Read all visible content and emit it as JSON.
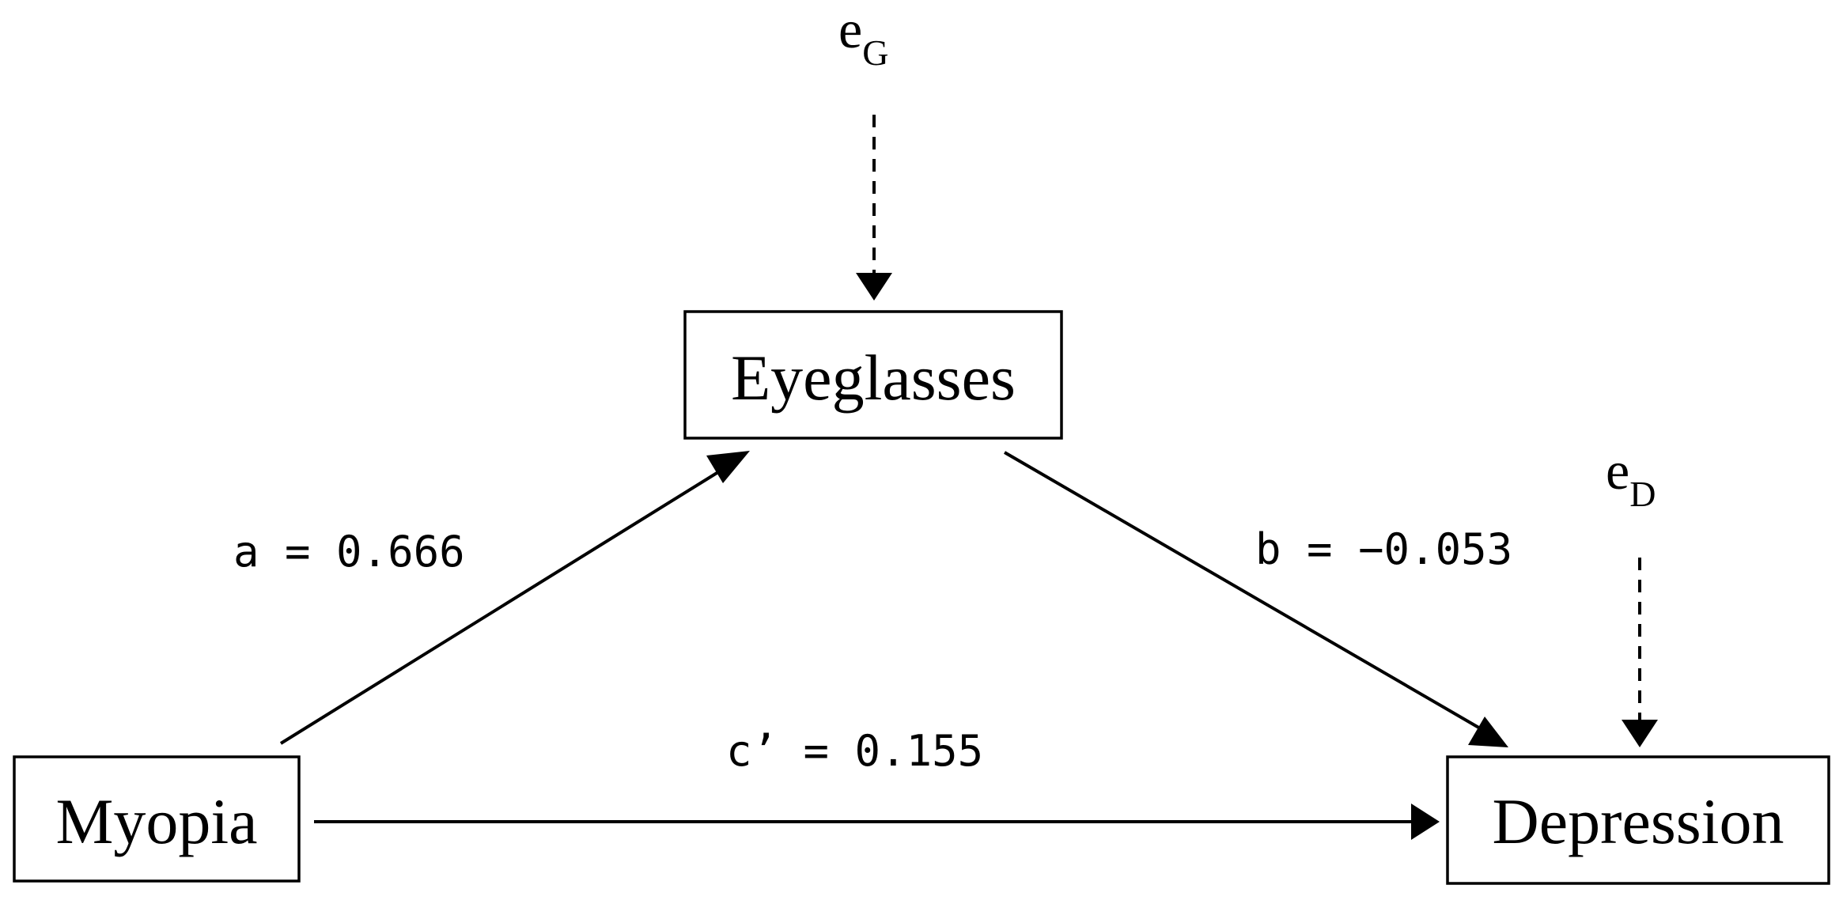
{
  "nodes": {
    "myopia": "Myopia",
    "eyeglasses": "Eyeglasses",
    "depression": "Depression"
  },
  "error_terms": {
    "eyeglasses": {
      "base": "e",
      "sub": "G"
    },
    "depression": {
      "base": "e",
      "sub": "D"
    }
  },
  "paths": {
    "a": "a = 0.666",
    "b": "b = −0.053",
    "c_prime": "c’ = 0.155"
  }
}
